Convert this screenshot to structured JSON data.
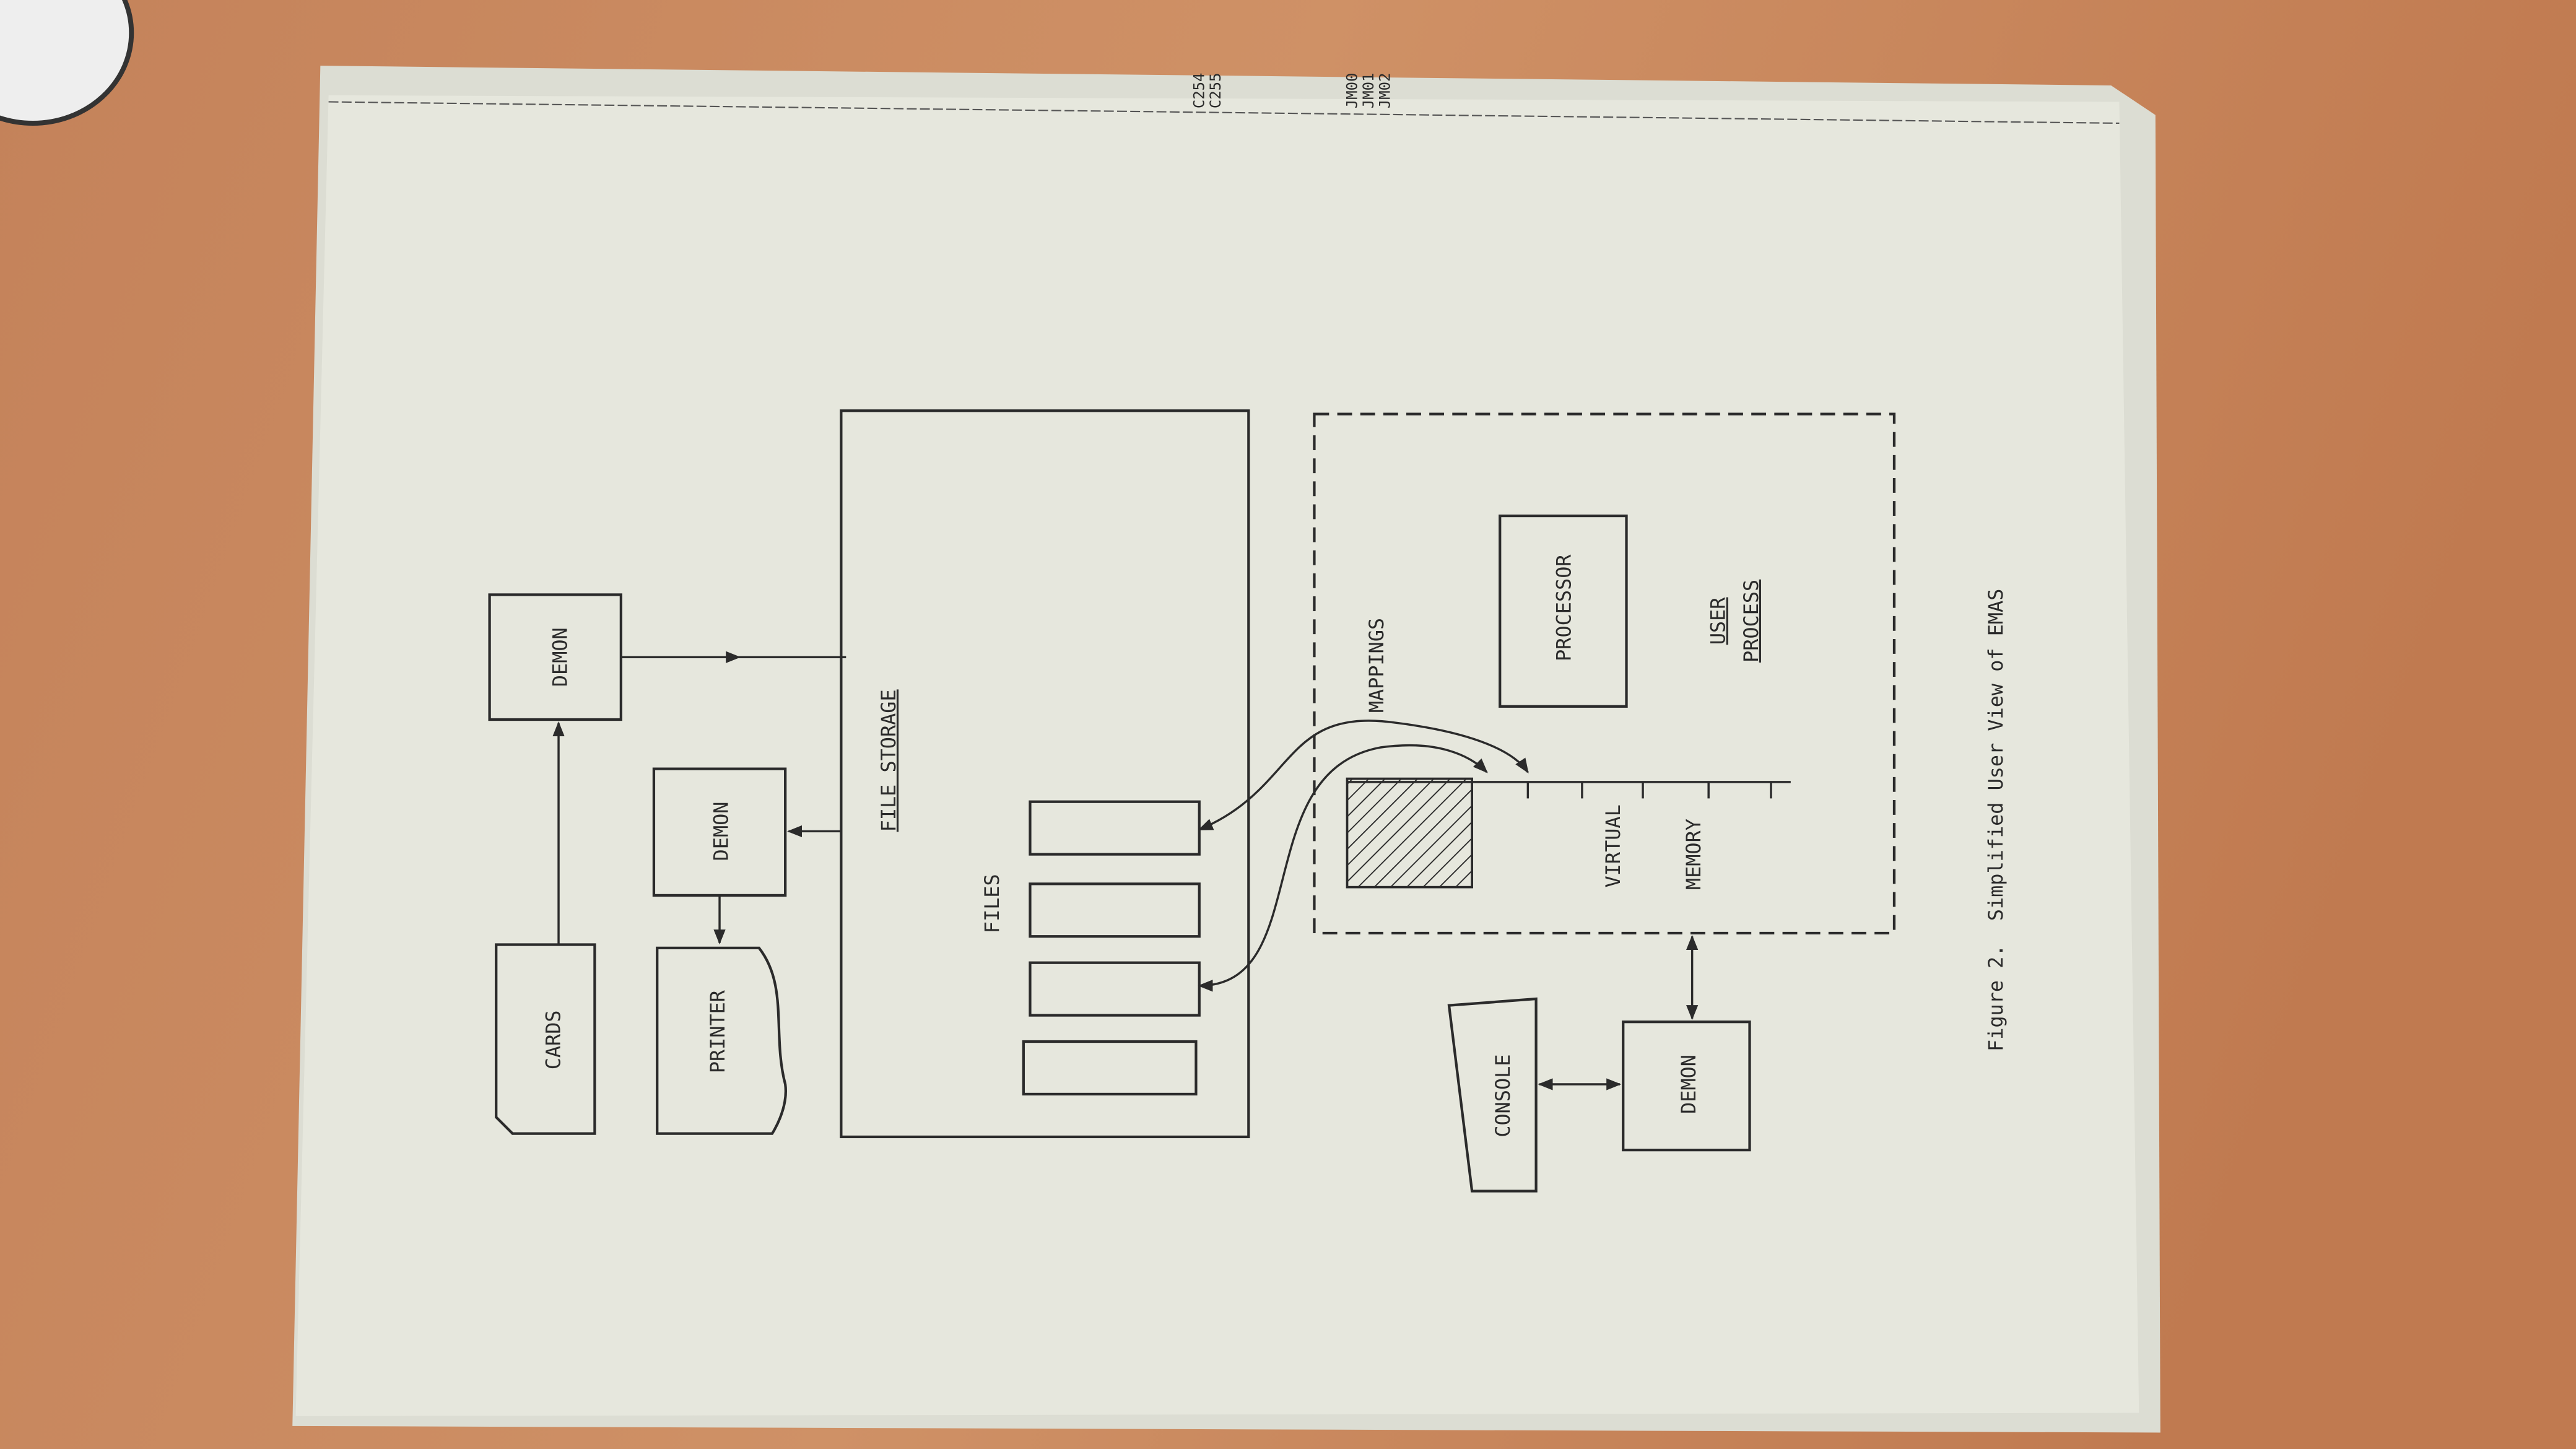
{
  "header_codes": {
    "left": [
      "C254",
      "C255"
    ],
    "right": [
      "JM00",
      "JM01",
      "JM02"
    ]
  },
  "diagram": {
    "cards": "CARDS",
    "demon_input": "DEMON",
    "demon_output": "DEMON",
    "printer": "PRINTER",
    "file_storage": "FILE STORAGE",
    "files": "FILES",
    "mappings": "MAPPINGS",
    "processor": "PROCESSOR",
    "user_process": [
      "USER",
      "PROCESS"
    ],
    "virtual": "VIRTUAL",
    "memory": "MEMORY",
    "demon_console": "DEMON",
    "console": "CONSOLE"
  },
  "caption": "Figure 2.  Simplified User View of EMAS",
  "colors": {
    "paper": "#e6e7dd",
    "wood": "#c98a5e",
    "ink": "#2b2b2b"
  }
}
